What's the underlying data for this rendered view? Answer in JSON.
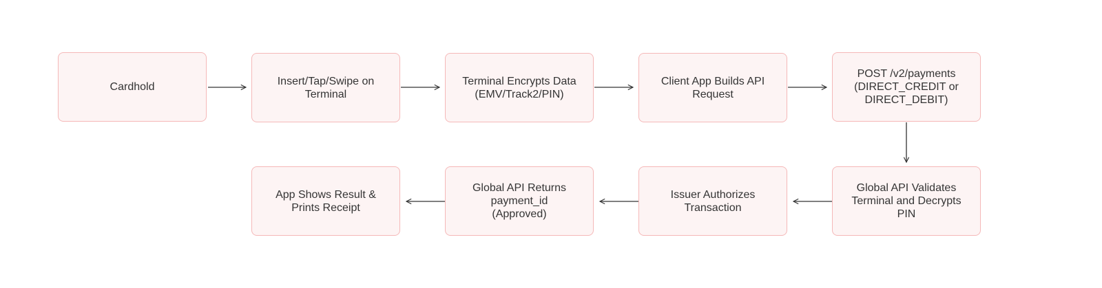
{
  "diagram": {
    "type": "flowchart",
    "colors": {
      "node_fill": "#fdf4f4",
      "node_border": "#f5b8b8",
      "text": "#343434",
      "edge": "#333333"
    },
    "nodes": [
      {
        "id": "n1",
        "label": "Cardhold"
      },
      {
        "id": "n2",
        "label": "Insert/Tap/Swipe on\nTerminal"
      },
      {
        "id": "n3",
        "label": "Terminal Encrypts Data\n(EMV/Track2/PIN)"
      },
      {
        "id": "n4",
        "label": "Client App Builds API\nRequest"
      },
      {
        "id": "n5",
        "label": "POST /v2/payments\n(DIRECT_CREDIT or\nDIRECT_DEBIT)"
      },
      {
        "id": "n6",
        "label": "Global API Validates\nTerminal and Decrypts\nPIN"
      },
      {
        "id": "n7",
        "label": "Issuer Authorizes\nTransaction"
      },
      {
        "id": "n8",
        "label": "Global API Returns\npayment_id\n(Approved)"
      },
      {
        "id": "n9",
        "label": "App Shows Result &\nPrints Receipt"
      }
    ],
    "edges": [
      {
        "from": "n1",
        "to": "n2"
      },
      {
        "from": "n2",
        "to": "n3"
      },
      {
        "from": "n3",
        "to": "n4"
      },
      {
        "from": "n4",
        "to": "n5"
      },
      {
        "from": "n5",
        "to": "n6"
      },
      {
        "from": "n6",
        "to": "n7"
      },
      {
        "from": "n7",
        "to": "n8"
      },
      {
        "from": "n8",
        "to": "n9"
      }
    ]
  }
}
